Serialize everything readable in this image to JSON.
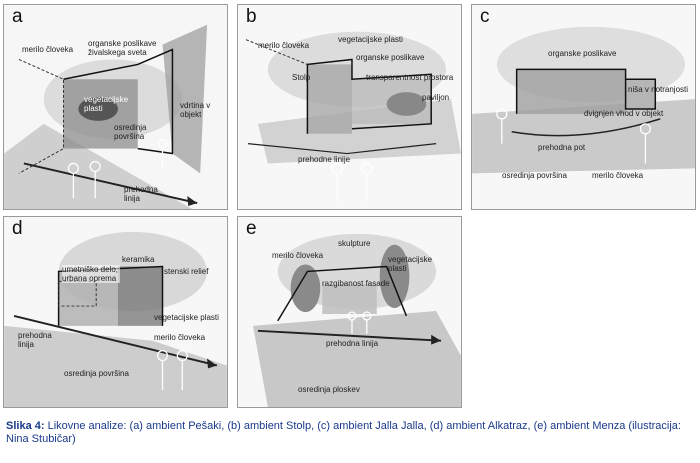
{
  "panels": {
    "a": {
      "letter": "a",
      "labels": {
        "merilo": "merilo človeka",
        "organske": "organske poslikave živalskega sveta",
        "vegetacijske": "vegetacijske plasti",
        "vdrtina": "vdrtina v objekt",
        "osredinja": "osredinja površina",
        "prehodna": "prehodna linija"
      }
    },
    "b": {
      "letter": "b",
      "labels": {
        "merilo": "merilo človeka",
        "vegetacijske": "vegetacijske plasti",
        "organske": "organske poslikave",
        "stolp": "Stolp",
        "transparentnost": "transparentnost prostora",
        "paviljon": "paviljon",
        "prehodne": "prehodne linije"
      }
    },
    "c": {
      "letter": "c",
      "labels": {
        "organske": "organske poslikave",
        "nisa": "niša v notranjosti",
        "dvignjen": "dvignjen vhod v objekt",
        "prehodna": "prehodna pot",
        "osredinja": "osredinja površina",
        "merilo": "merilo človeka"
      }
    },
    "d": {
      "letter": "d",
      "labels": {
        "keramika": "keramika",
        "umetnisko": "umetniško delo, urbana oprema",
        "stenski": "stenski relief",
        "vegetacijske": "vegetacijske plasti",
        "prehodna": "prehodna linija",
        "merilo": "merilo človeka",
        "osredinja": "osredinja površina"
      }
    },
    "e": {
      "letter": "e",
      "labels": {
        "skulpture": "skulpture",
        "merilo": "merilo človeka",
        "vegetacijske": "vegetacijske plasti",
        "razgibanost": "razgibanost fasade",
        "prehodna": "prehodna linija",
        "osredinja": "osredinja ploskev"
      }
    }
  },
  "caption": {
    "prefix": "Slika 4:",
    "text": " Likovne analize: (a) ambient Pešaki, (b) ambient Stolp, (c) ambient Jalla Jalla, (d) ambient Alkatraz, (e) ambient Menza (ilustracija: Nina Stubičar)"
  }
}
